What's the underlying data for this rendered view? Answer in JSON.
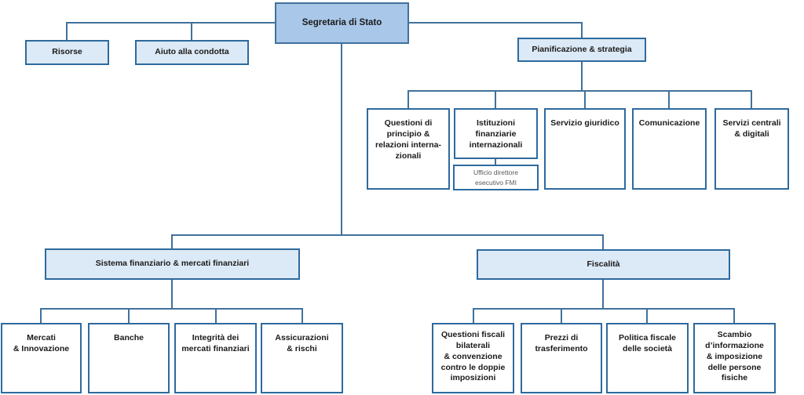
{
  "colors": {
    "background": "#ffffff",
    "root-fill": "#a9c7e8",
    "root-border": "#41719c",
    "branch-fill": "#dce9f6",
    "leaf-fill": "#ffffff",
    "leaf-border": "#2e6a9e",
    "line": "#41719c",
    "text": "#1a1a1a",
    "subtext": "#595959"
  },
  "org": {
    "root": {
      "label": "Segretaria di Stato"
    },
    "staff": [
      {
        "label": "Risorse"
      },
      {
        "label": "Aiuto alla condotta"
      }
    ],
    "planning": {
      "label": "Pianificazione & strategia",
      "children": [
        {
          "label": "Questioni di\nprincipio &\nrelazioni interna-\nzionali"
        },
        {
          "label": "Istituzioni\nfinanziarie\ninternazionali",
          "sub": {
            "label": "Ufficio direttore\nesecutivo FMI"
          }
        },
        {
          "label": "Servizio giuridico"
        },
        {
          "label": "Comunicazione"
        },
        {
          "label": "Servizi centrali\n& digitali"
        }
      ]
    },
    "financial_system": {
      "label": "Sistema finanziario & mercati finanziari",
      "children": [
        {
          "label": "Mercati\n& Innovazione"
        },
        {
          "label": "Banche"
        },
        {
          "label": "Integrità dei\nmercati finanziari"
        },
        {
          "label": "Assicurazioni\n& rischi"
        }
      ]
    },
    "taxation": {
      "label": "Fiscalità",
      "children": [
        {
          "label": "Questioni fiscali\nbilaterali\n& convenzione\ncontro le doppie\nimposizioni"
        },
        {
          "label": "Prezzi di\ntrasferimento"
        },
        {
          "label": "Politica fiscale\ndelle società"
        },
        {
          "label": "Scambio\nd’informazione\n& imposizione\ndelle persone\nfisiche"
        }
      ]
    }
  }
}
